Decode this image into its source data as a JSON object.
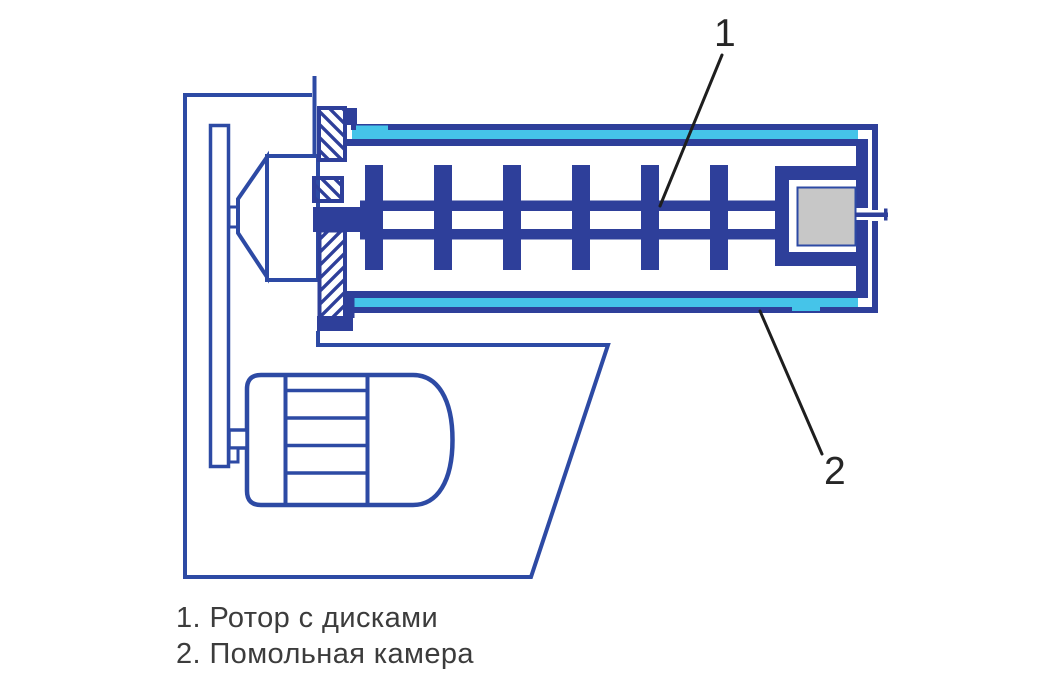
{
  "callouts": [
    {
      "number": "1"
    },
    {
      "number": "2"
    }
  ],
  "legend": {
    "items": [
      {
        "text": "1. Ротор с дисками"
      },
      {
        "text": "2. Помольная камера"
      }
    ]
  },
  "colors": {
    "primary_blue": "#2e3f9a",
    "outline_blue": "#2d4aa4",
    "coolant_cyan": "#45c4e9",
    "separator_gray": "#c7c7c7",
    "leader_black": "#1e1e1e",
    "text_gray": "#3c3c3c",
    "background": "#ffffff"
  }
}
